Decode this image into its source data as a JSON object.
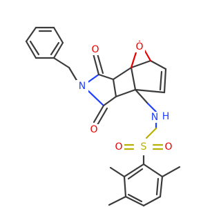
{
  "atoms": {
    "ether_oxygen": "O",
    "carbonyl_oxygen_top": "O",
    "carbonyl_oxygen_bottom": "O",
    "imide_nitrogen": "N",
    "amine_nitrogen": "N",
    "amine_hydrogen": "H",
    "sulfur": "S",
    "sulfonyl_oxygen_left": "O",
    "sulfonyl_oxygen_right": "O"
  }
}
